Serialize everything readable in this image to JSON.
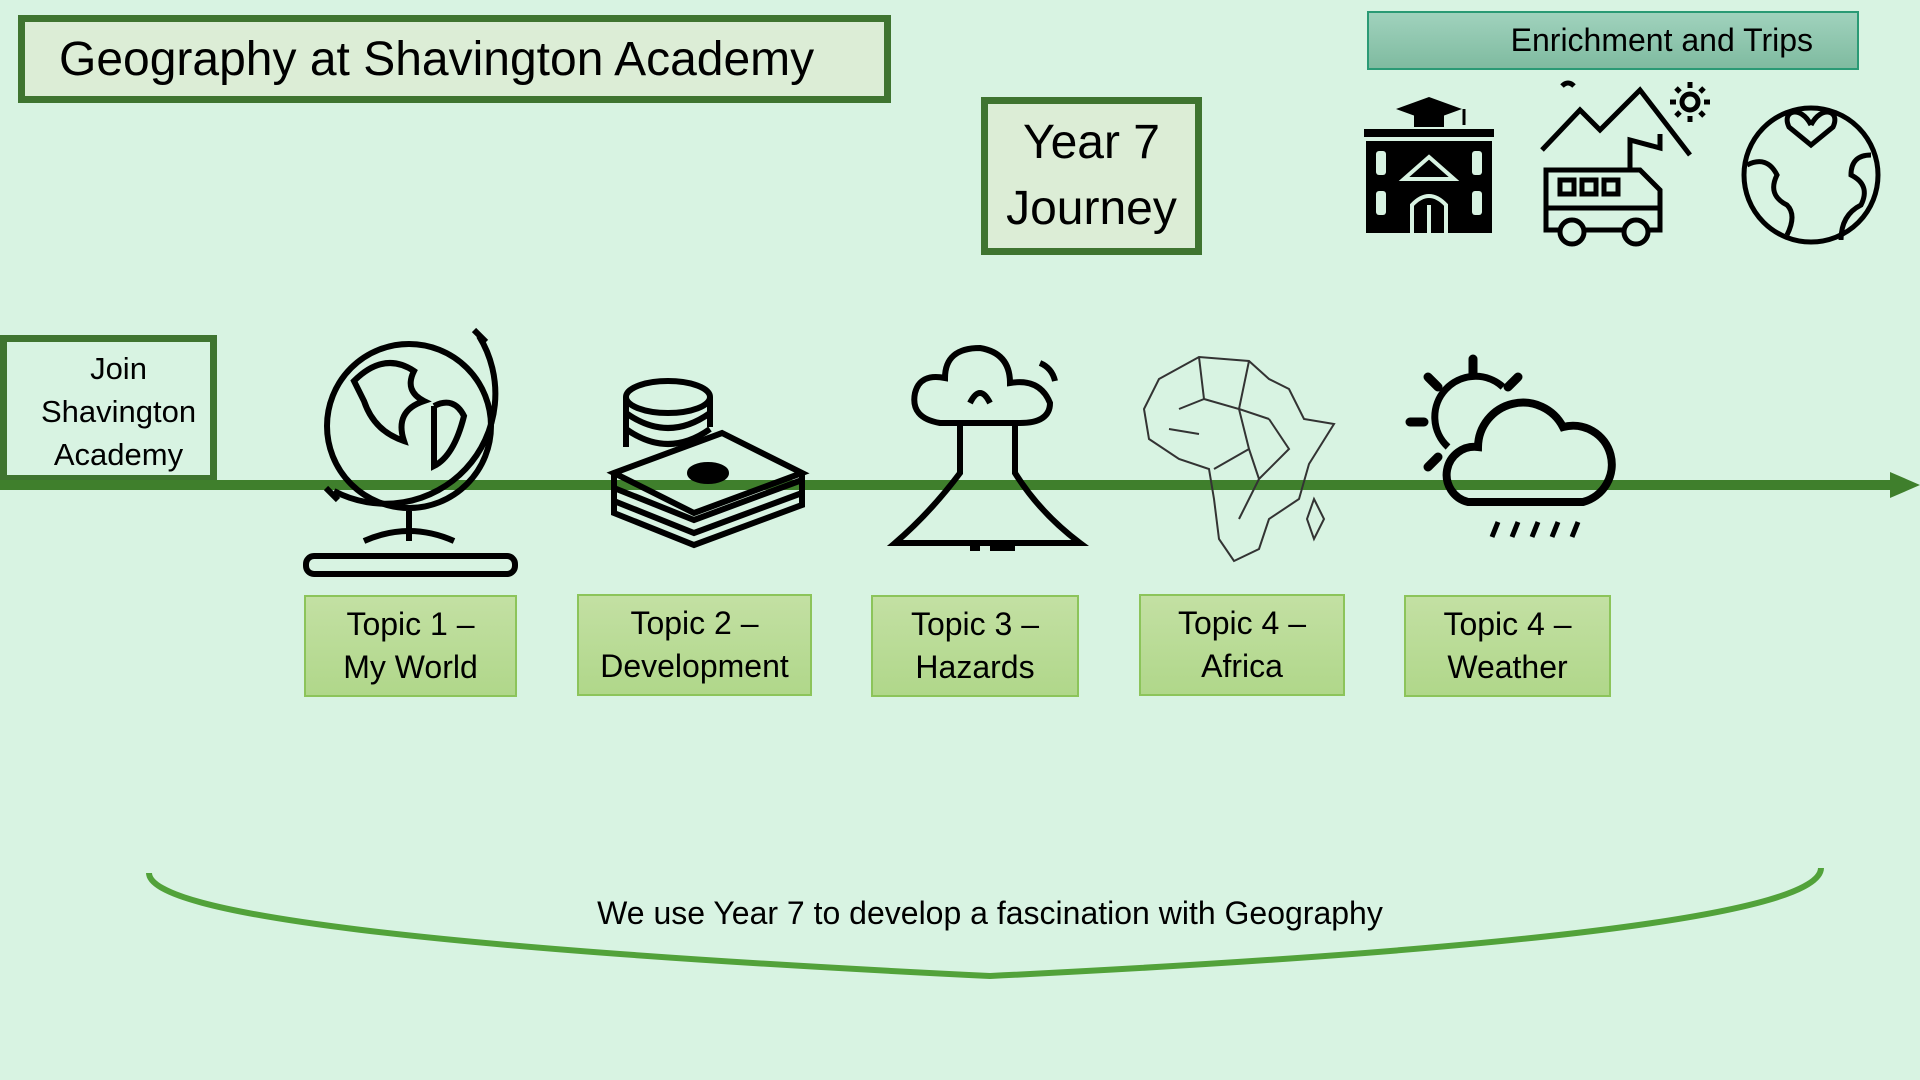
{
  "header": {
    "title": "Geography at Shavington Academy",
    "year_label": "Year 7 Journey",
    "year_line1": "Year 7",
    "year_line2": "Journey"
  },
  "enrichment": {
    "label": "Enrichment and Trips",
    "icons": [
      "school-building-icon",
      "campervan-trip-icon",
      "globe-heart-icon"
    ]
  },
  "timeline": {
    "start_label_lines": [
      "Join",
      "Shavington",
      "Academy"
    ],
    "topics": [
      {
        "line1": "Topic 1 –",
        "line2": "My World",
        "icon": "globe-icon"
      },
      {
        "line1": "Topic 2 –",
        "line2": "Development",
        "icon": "money-icon"
      },
      {
        "line1": "Topic 3 –",
        "line2": "Hazards",
        "icon": "volcano-icon"
      },
      {
        "line1": "Topic 4 –",
        "line2": "Africa",
        "icon": "africa-map-icon"
      },
      {
        "line1": "Topic 4 –",
        "line2": "Weather",
        "icon": "weather-icon"
      }
    ]
  },
  "footer": {
    "caption": "We use Year 7 to develop a fascination with Geography"
  },
  "colors": {
    "background": "#d8f3e2",
    "border": "#3f7430",
    "line": "#3f7f2c",
    "arc": "#52a23a"
  }
}
